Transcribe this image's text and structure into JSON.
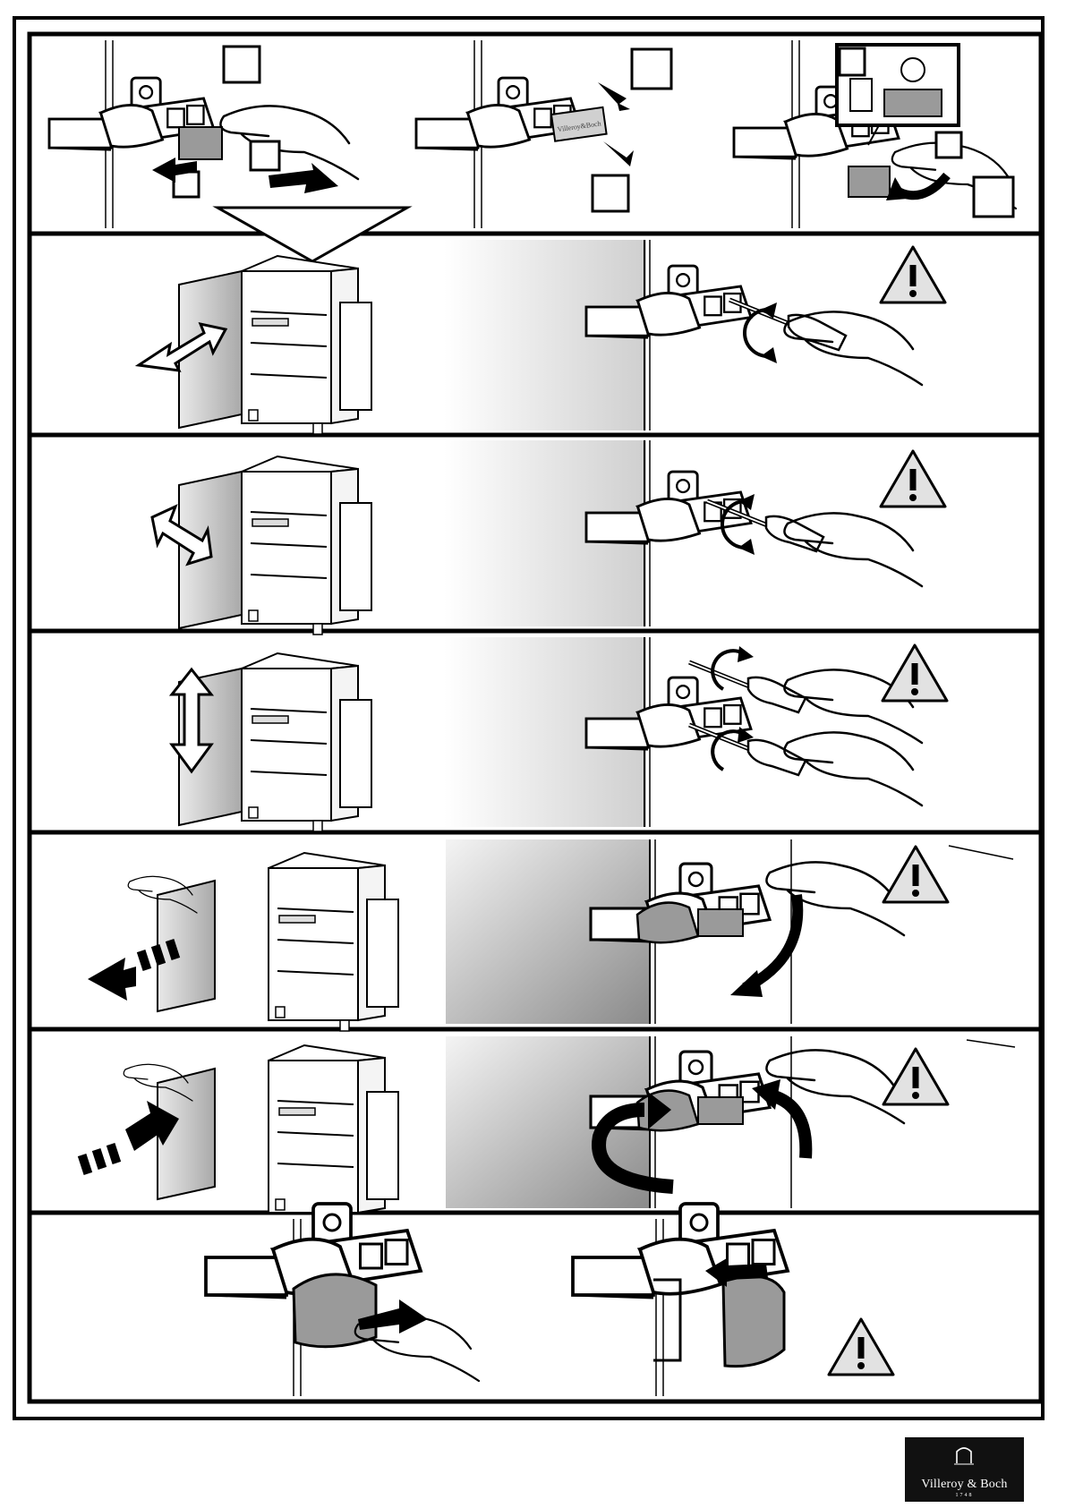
{
  "brand": {
    "name": "Villeroy & Boch",
    "year": "1748",
    "logo_bg": "#111111",
    "logo_fg": "#ffffff"
  },
  "hinge_brand_text": "Villeroy&Boch",
  "steps": [
    {
      "id": "detach-cover",
      "warning": false
    },
    {
      "id": "adjust-depth",
      "warning": true
    },
    {
      "id": "adjust-side",
      "warning": true
    },
    {
      "id": "adjust-height",
      "warning": true
    },
    {
      "id": "remove-door",
      "warning": true
    },
    {
      "id": "attach-door",
      "warning": true
    },
    {
      "id": "hinge-cap",
      "warning": true
    }
  ],
  "colors": {
    "line": "#000000",
    "fill": "#ffffff",
    "part_grey": "#9a9a9a",
    "shade_light": "#f2f2f2",
    "shade_dark": "#8c8c8c"
  }
}
